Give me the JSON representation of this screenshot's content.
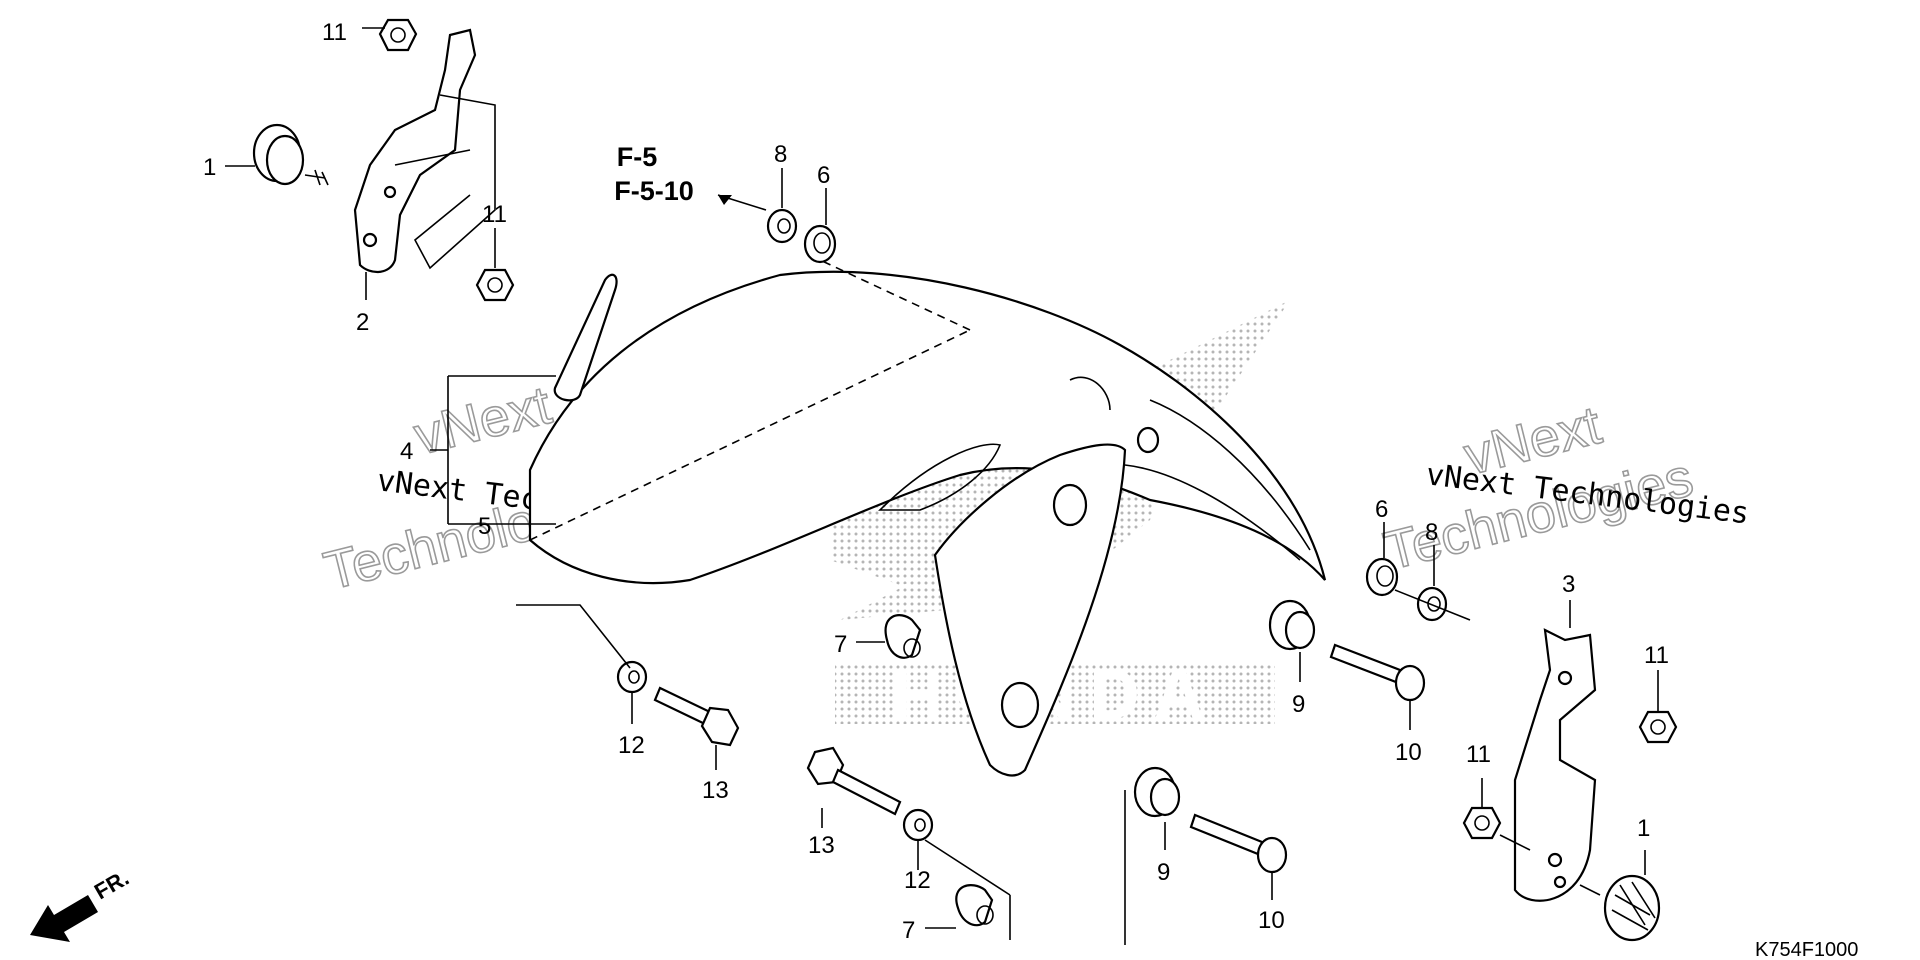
{
  "diagram": {
    "callouts": {
      "c1a": "1",
      "c1b": "1",
      "c2": "2",
      "c3": "3",
      "c4": "4",
      "c5": "5",
      "c6a": "6",
      "c6b": "6",
      "c7a": "7",
      "c7b": "7",
      "c8a": "8",
      "c8b": "8",
      "c9a": "9",
      "c9b": "9",
      "c10a": "10",
      "c10b": "10",
      "c11a": "11",
      "c11b": "11",
      "c11c": "11",
      "c11d": "11",
      "c12a": "12",
      "c12b": "12",
      "c13a": "13",
      "c13b": "13"
    },
    "refs": [
      "F-5",
      "F-5-10"
    ],
    "watermarks": {
      "left_line1": "vNext",
      "left_line2": "vNext Technologies",
      "left_line3": "Technologies",
      "right_line1": "vNext",
      "right_line2": "vNext Technologies",
      "right_line3": "Technologies"
    },
    "brand_watermark": "HONDA",
    "direction_label": "FR.",
    "diagram_code": "K754F1000",
    "colors": {
      "ink": "#000000",
      "watermark_gray": "#9a9a9a",
      "logo_dots": "#b5b5b5"
    }
  }
}
